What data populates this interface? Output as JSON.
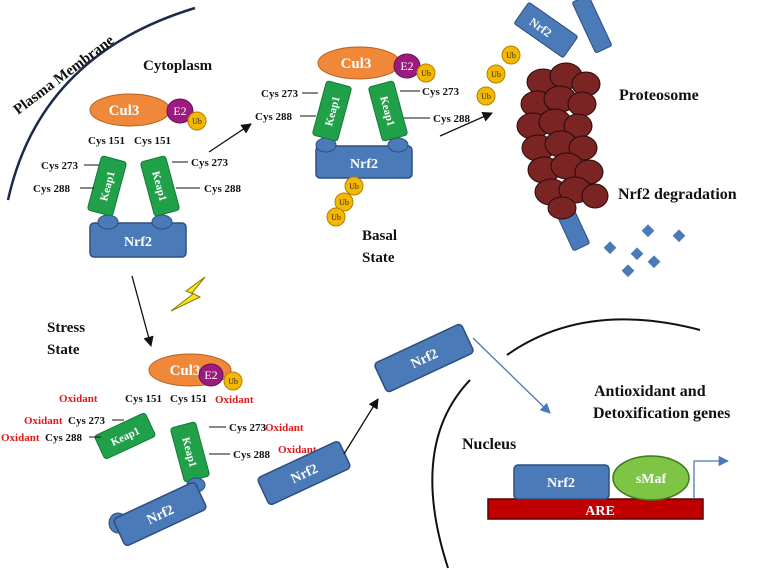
{
  "labels": {
    "plasma_membrane": "Plasma Membrane",
    "cytoplasm": "Cytoplasm",
    "proteosome": "Proteosome",
    "degradation": "Nrf2 degradation",
    "basal_line1": "Basal",
    "basal_line2": "State",
    "stress_line1": "Stress",
    "stress_line2": "State",
    "antioxidant_line1": "Antioxidant and",
    "antioxidant_line2": "Detoxification genes",
    "nucleus": "Nucleus"
  },
  "proteins": {
    "cul3": "Cul3",
    "e2": "E2",
    "ub": "Ub",
    "keap1": "Keap1",
    "nrf2": "Nrf2",
    "smaf": "sMaf",
    "are": "ARE"
  },
  "residues": {
    "cys151": "Cys 151",
    "cys273": "Cys 273",
    "cys288": "Cys 288",
    "oxidant": "Oxidant"
  },
  "colors": {
    "cul3": "#f0883a",
    "e2": "#9b1b7e",
    "ub": "#f5b800",
    "keap1": "#21a04a",
    "nrf2": "#4a7ab8",
    "smaf": "#7ec545",
    "are": "#c00000",
    "proteasome": "#7a2424",
    "oxidant": "#e01b1b",
    "lightning": "#f5e51c",
    "nucleus_arrow": "#4a7ab8"
  },
  "icons": [
    "lightning-icon",
    "transcription-arrow-icon"
  ]
}
